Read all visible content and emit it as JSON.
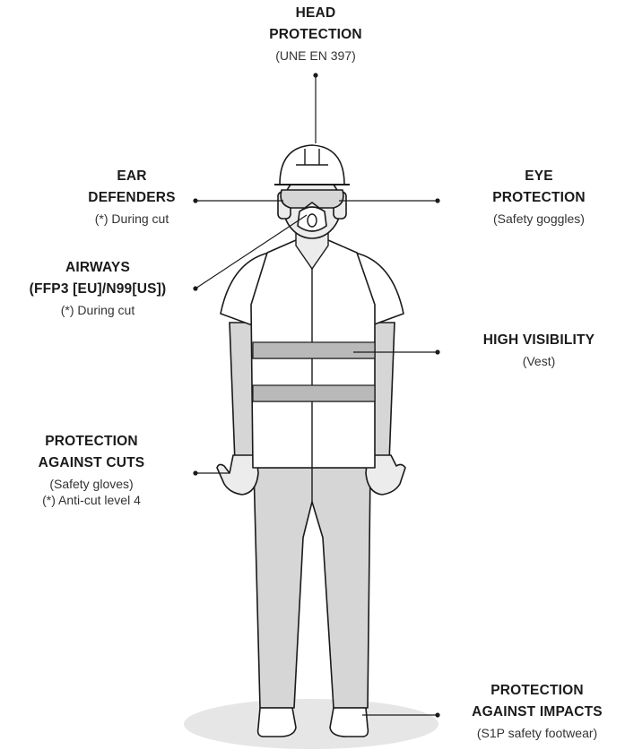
{
  "labels": {
    "head": {
      "title1": "HEAD",
      "title2": "PROTECTION",
      "sub": "(UNE EN 397)"
    },
    "ear": {
      "title1": "EAR",
      "title2": "DEFENDERS",
      "sub": "(*) During cut"
    },
    "eye": {
      "title1": "EYE",
      "title2": "PROTECTION",
      "sub": "(Safety goggles)"
    },
    "airways": {
      "title1": "AIRWAYS",
      "title2": "(FFP3 [EU]/N99[US])",
      "sub": "(*) During cut"
    },
    "hiviz": {
      "title1": "HIGH VISIBILITY",
      "sub": "(Vest)"
    },
    "cuts": {
      "title1": "PROTECTION",
      "title2": "AGAINST CUTS",
      "sub": "(Safety gloves)",
      "sub2": "(*) Anti-cut level 4"
    },
    "impacts": {
      "title1": "PROTECTION",
      "title2": "AGAINST IMPACTS",
      "sub": "(S1P safety footwear)"
    }
  },
  "colors": {
    "ink": "#1a1a1a",
    "garment": "#d6d6d6",
    "skin": "#ececec",
    "reflective": "#b9b9b9",
    "shadow": "#e6e6e6",
    "white": "#ffffff"
  }
}
